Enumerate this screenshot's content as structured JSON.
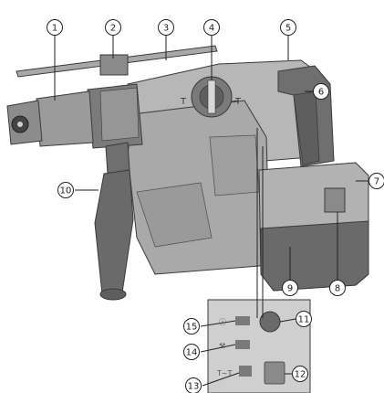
{
  "colors": {
    "housing_light": "#b7b7b7",
    "housing_mid": "#9c9c9c",
    "housing_dark": "#6f6f6f",
    "rubber": "#5e5e5e",
    "outline": "#3a3a3a",
    "leader": "#222222",
    "panel_bg": "#cfcfcf",
    "background": "#ffffff"
  },
  "callouts": [
    {
      "id": 1,
      "label": "1"
    },
    {
      "id": 2,
      "label": "2"
    },
    {
      "id": 3,
      "label": "3"
    },
    {
      "id": 4,
      "label": "4"
    },
    {
      "id": 5,
      "label": "5"
    },
    {
      "id": 6,
      "label": "6"
    },
    {
      "id": 7,
      "label": "7"
    },
    {
      "id": 8,
      "label": "8"
    },
    {
      "id": 9,
      "label": "9"
    },
    {
      "id": 10,
      "label": "10"
    },
    {
      "id": 11,
      "label": "11"
    },
    {
      "id": 12,
      "label": "12"
    },
    {
      "id": 13,
      "label": "13"
    },
    {
      "id": 14,
      "label": "14"
    },
    {
      "id": 15,
      "label": "15"
    }
  ],
  "selector_knob": {
    "mark_left": "T",
    "mark_right": "T"
  },
  "detail_panel": {
    "indicator_symbol": "ⓘ",
    "service_symbol": "⚒",
    "mode_label": "T~T"
  }
}
